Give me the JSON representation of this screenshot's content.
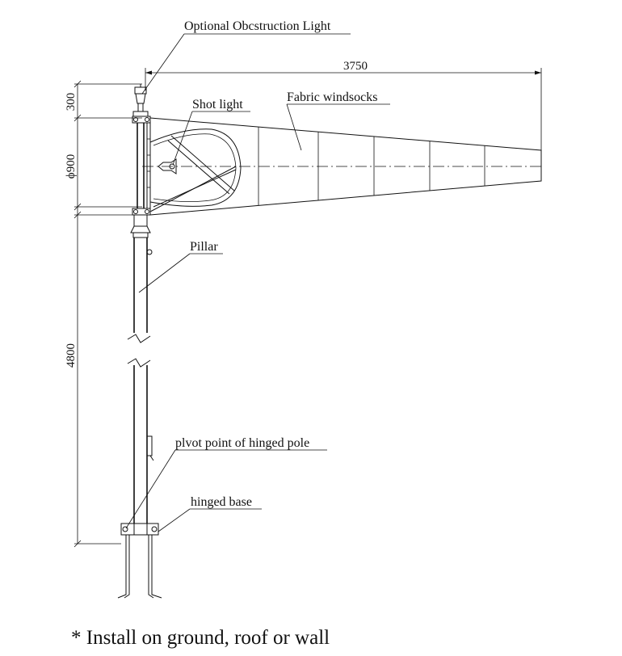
{
  "labels": {
    "obstruction_light": "Optional Obcstruction Light",
    "shot_light": "Shot light",
    "fabric_windsocks": "Fabric windsocks",
    "pillar": "Pillar",
    "pivot_point": "plvot point of hinged pole",
    "hinged_base": "hinged base"
  },
  "dimensions": {
    "length": "3750",
    "light_height": "300",
    "diameter": "ϕ900",
    "pole_height": "4800"
  },
  "footnote": "* Install on ground, roof or wall"
}
